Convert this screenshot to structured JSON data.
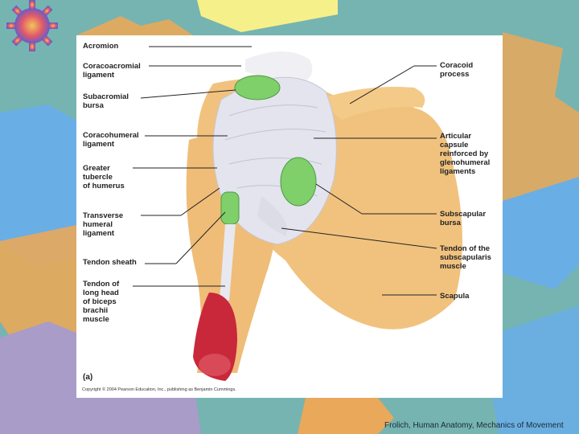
{
  "labels": {
    "acromion": "Acromion",
    "coracoacromial_ligament": "Coracoacromial\nligament",
    "subacromial_bursa": "Subacromial\nbursa",
    "coracohumeral_ligament": "Coracohumeral\nligament",
    "greater_tubercle": "Greater\ntubercle\nof humerus",
    "transverse_humeral_ligament": "Transverse\nhumeral\nligament",
    "tendon_sheath": "Tendon sheath",
    "tendon_long_head_biceps": "Tendon of\nlong head\nof biceps\nbrachii\nmuscle",
    "coracoid_process": "Coracoid\nprocess",
    "articular_capsule": "Articular\ncapsule\nreinforced by\nglenohumeral\nligaments",
    "subscapular_bursa": "Subscapular\nbursa",
    "tendon_subscapularis": "Tendon of the\nsubscapularis\nmuscle",
    "scapula": "Scapula"
  },
  "figure_part": "(a)",
  "copyright": "Copyright © 2004 Pearson Education, Inc., publishing as Benjamin Cummings.",
  "footer": "Frolich, Human Anatomy, Mechanics of Movement",
  "colors": {
    "background": "#76b4b1",
    "gear_yellow": "#f6f08a",
    "gear_orange": "#e9a85a",
    "gear_blue": "#6aaee6",
    "gear_purple": "#a99cc8",
    "bone": "#f1c27e",
    "ligament": "#e4e4ee",
    "bursa": "#7fcf6a",
    "muscle_red": "#c8283a"
  }
}
